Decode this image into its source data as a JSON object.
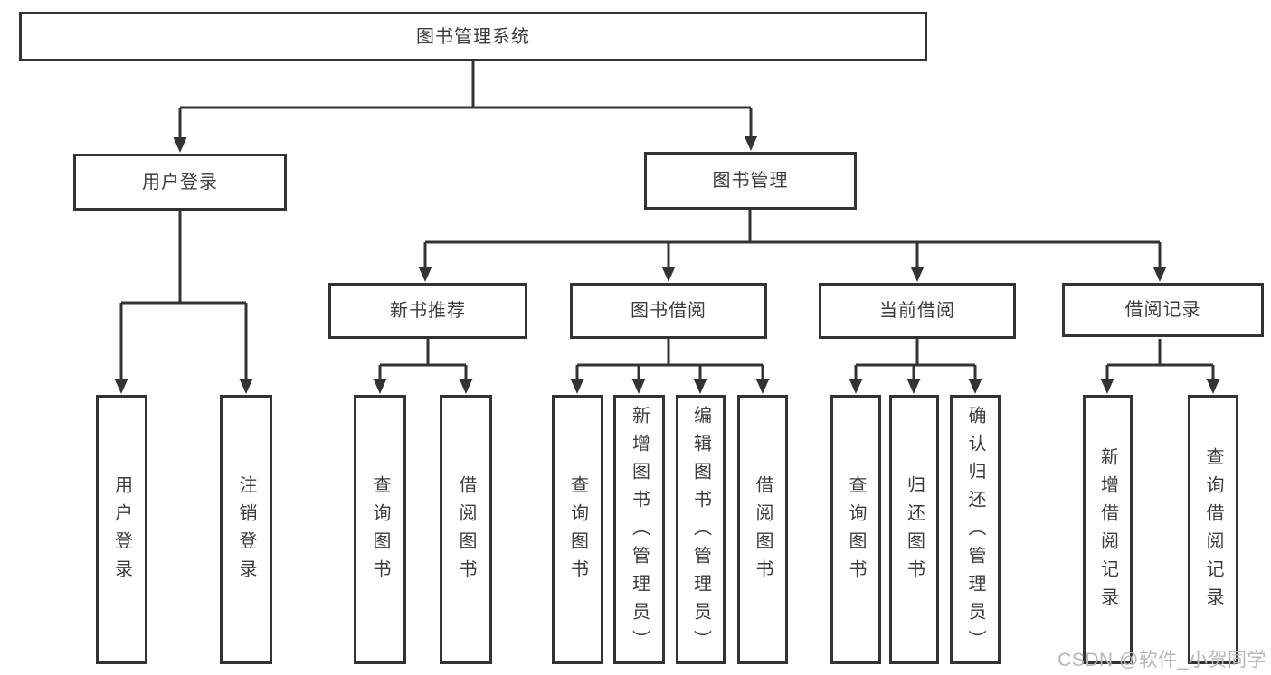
{
  "diagram": {
    "title": "图书管理系统",
    "level2": {
      "user_login": "用户登录",
      "book_management": "图书管理"
    },
    "level3": {
      "new_book_recommend": "新书推荐",
      "book_borrowing": "图书借阅",
      "current_borrowing": "当前借阅",
      "borrowing_records": "借阅记录"
    },
    "leaves": {
      "user_login": "用户登录",
      "logout": "注销登录",
      "query_book_a": "查询图书",
      "borrow_book_a": "借阅图书",
      "query_book_b": "查询图书",
      "add_book_admin": "新增图书（管理员）",
      "edit_book_admin": "编辑图书（管理员）",
      "borrow_book_b": "借阅图书",
      "query_book_c": "查询图书",
      "return_book": "归还图书",
      "confirm_return_admin": "确认归还（管理员）",
      "add_borrow_record": "新增借阅记录",
      "query_borrow_record": "查询借阅记录"
    }
  },
  "watermark": {
    "text": "CSDN @软件_小贺同学"
  },
  "colors": {
    "line": "#333333",
    "text": "#3c3c3c",
    "box_fill": "#ffffff",
    "watermark": "#b6b6b6",
    "background": "#ffffff"
  }
}
